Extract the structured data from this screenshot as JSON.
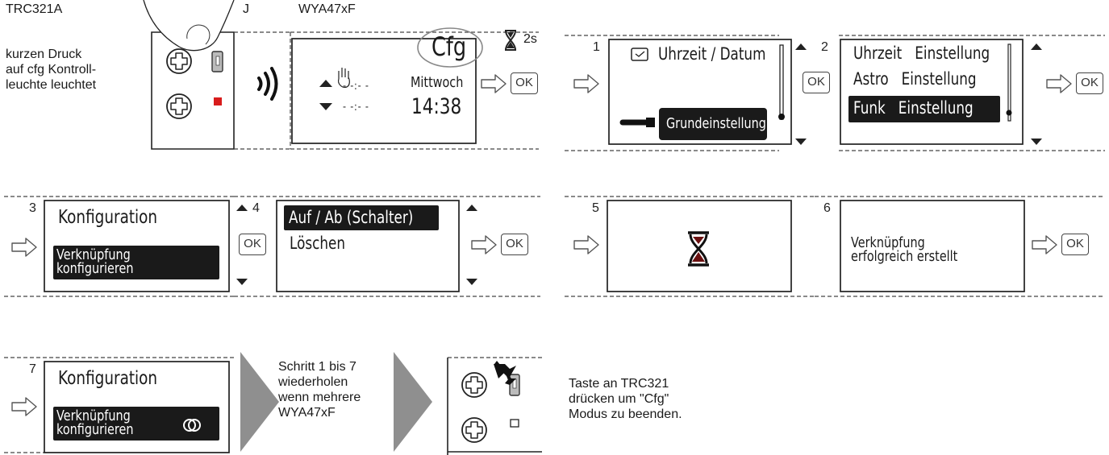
{
  "top": {
    "remote_label": "TRC321A",
    "marker_j": "J",
    "instruction": "kurzen Druck\nauf cfg Kontroll-\nleuchte leuchtet",
    "receiver_label": "WYA47xF",
    "display": {
      "cfg": "Cfg",
      "dash1": "- -:- -",
      "dash2": "- -:- -",
      "day": "Mittwoch",
      "time": "14:38"
    },
    "hold_time": "2s",
    "ok": "OK"
  },
  "steps": [
    {
      "num": "1",
      "item1": "Uhrzeit / Datum",
      "item2": "Grundeinstellung"
    },
    {
      "num": "2",
      "items": [
        "Uhrzeit   Einstellung",
        "Astro   Einstellung",
        "Funk   Einstellung"
      ]
    },
    {
      "num": "3",
      "item1": "Konfiguration",
      "item2": "Verknüpfung\nkonfigurieren"
    },
    {
      "num": "4",
      "item1": "Auf / Ab (Schalter)",
      "item2": "Löschen"
    },
    {
      "num": "5"
    },
    {
      "num": "6",
      "text": "Verknüpfung\nerfolgreich erstellt"
    },
    {
      "num": "7",
      "item1": "Konfiguration",
      "item2": "Verknüpfung\nkonfigurieren"
    }
  ],
  "bottom": {
    "repeat_text": "Schritt 1 bis 7\nwiederholen\nwenn mehrere\nWYA47xF",
    "final_text": "Taste an TRC321\ndrücken um \"Cfg\"\nModus zu beenden."
  }
}
